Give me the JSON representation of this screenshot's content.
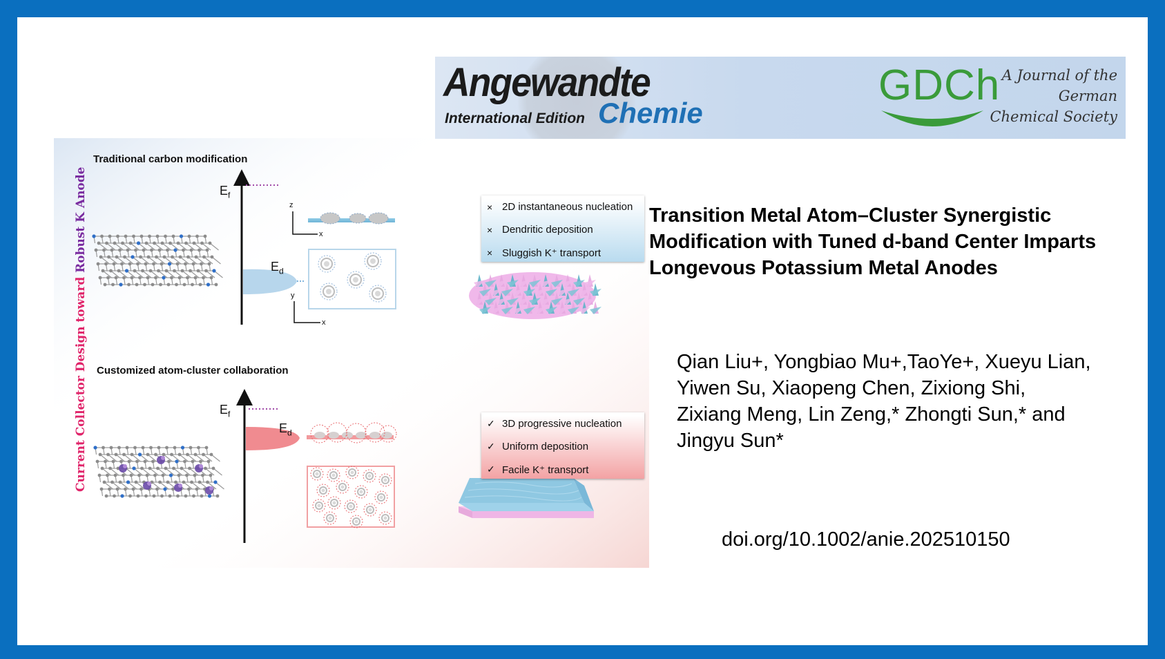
{
  "banner": {
    "journal_name": "Angewandte",
    "edition": "International Edition",
    "chemie": "Chemie",
    "society_logo": "GDCh",
    "tagline_lines": [
      "A Journal of the",
      "German",
      "Chemical Society"
    ]
  },
  "figure": {
    "side_label_part1": "Current Collector Design toward ",
    "side_label_part2": "Robust K Anode",
    "traditional": {
      "title": "Traditional carbon modification",
      "ef": "E",
      "ef_sub": "f",
      "ed": "E",
      "ed_sub": "d",
      "axis_z": "z",
      "axis_x": "x",
      "axis_y": "y",
      "axis_x2": "x",
      "items": [
        {
          "mark": "×",
          "text": "2D instantaneous nucleation"
        },
        {
          "mark": "×",
          "text": "Dendritic deposition"
        },
        {
          "mark": "×",
          "text": "Sluggish K⁺ transport"
        }
      ]
    },
    "customized": {
      "title": "Customized atom-cluster collaboration",
      "ef": "E",
      "ef_sub": "f",
      "ed": "E",
      "ed_sub": "d",
      "items": [
        {
          "mark": "✓",
          "text": "3D progressive nucleation"
        },
        {
          "mark": "✓",
          "text": "Uniform deposition"
        },
        {
          "mark": "✓",
          "text": "Facile K⁺ transport"
        }
      ]
    }
  },
  "paper": {
    "title": "Transition Metal Atom–Cluster Synergistic Modification with Tuned d-band Center Imparts Longevous Potassium Metal Anodes",
    "authors": "Qian Liu+, Yongbiao Mu+,TaoYe+, Xueyu Lian, Yiwen Su, Xiaopeng Chen, Zixiong Shi, Zixiang Meng, Lin Zeng,* Zhongti Sun,* and Jingyu Sun*",
    "doi": "doi.org/10.1002/anie.202510150"
  },
  "colors": {
    "border": "#0a6fbf",
    "side_label_red": "#e0246a",
    "side_label_purple": "#7a2ca0",
    "blue_dos": "#b7d6ec",
    "red_dos": "#f08b90",
    "gdch_green": "#3a9b3a"
  }
}
